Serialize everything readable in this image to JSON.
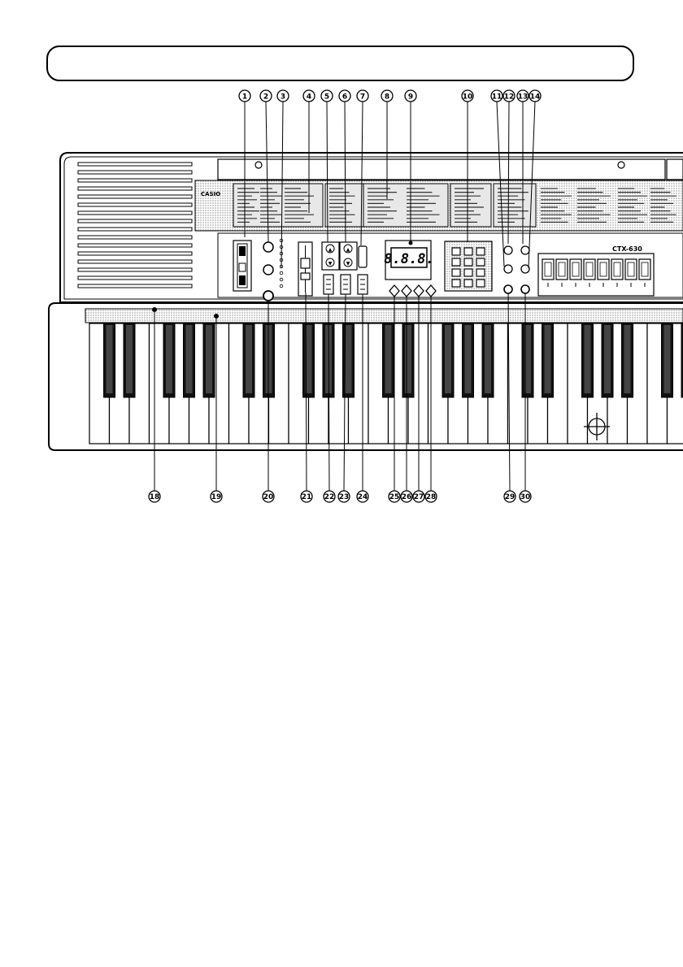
{
  "page": {
    "title_box_text": ""
  },
  "keyboard": {
    "brand": "CASIO",
    "model": "CTX-630",
    "display_readout": "8.8.8."
  },
  "callouts_top": [
    "1",
    "2",
    "3",
    "4",
    "5",
    "6",
    "7",
    "8",
    "9",
    "10",
    "11",
    "12",
    "13",
    "14"
  ],
  "callouts_bottom": [
    "18",
    "19",
    "20",
    "21",
    "22",
    "23",
    "24",
    "25",
    "26",
    "27",
    "28",
    "29",
    "30"
  ],
  "colors": {
    "ink": "#000000",
    "panel_fill": "#ffffff",
    "stipple": "#bdbdbd"
  }
}
